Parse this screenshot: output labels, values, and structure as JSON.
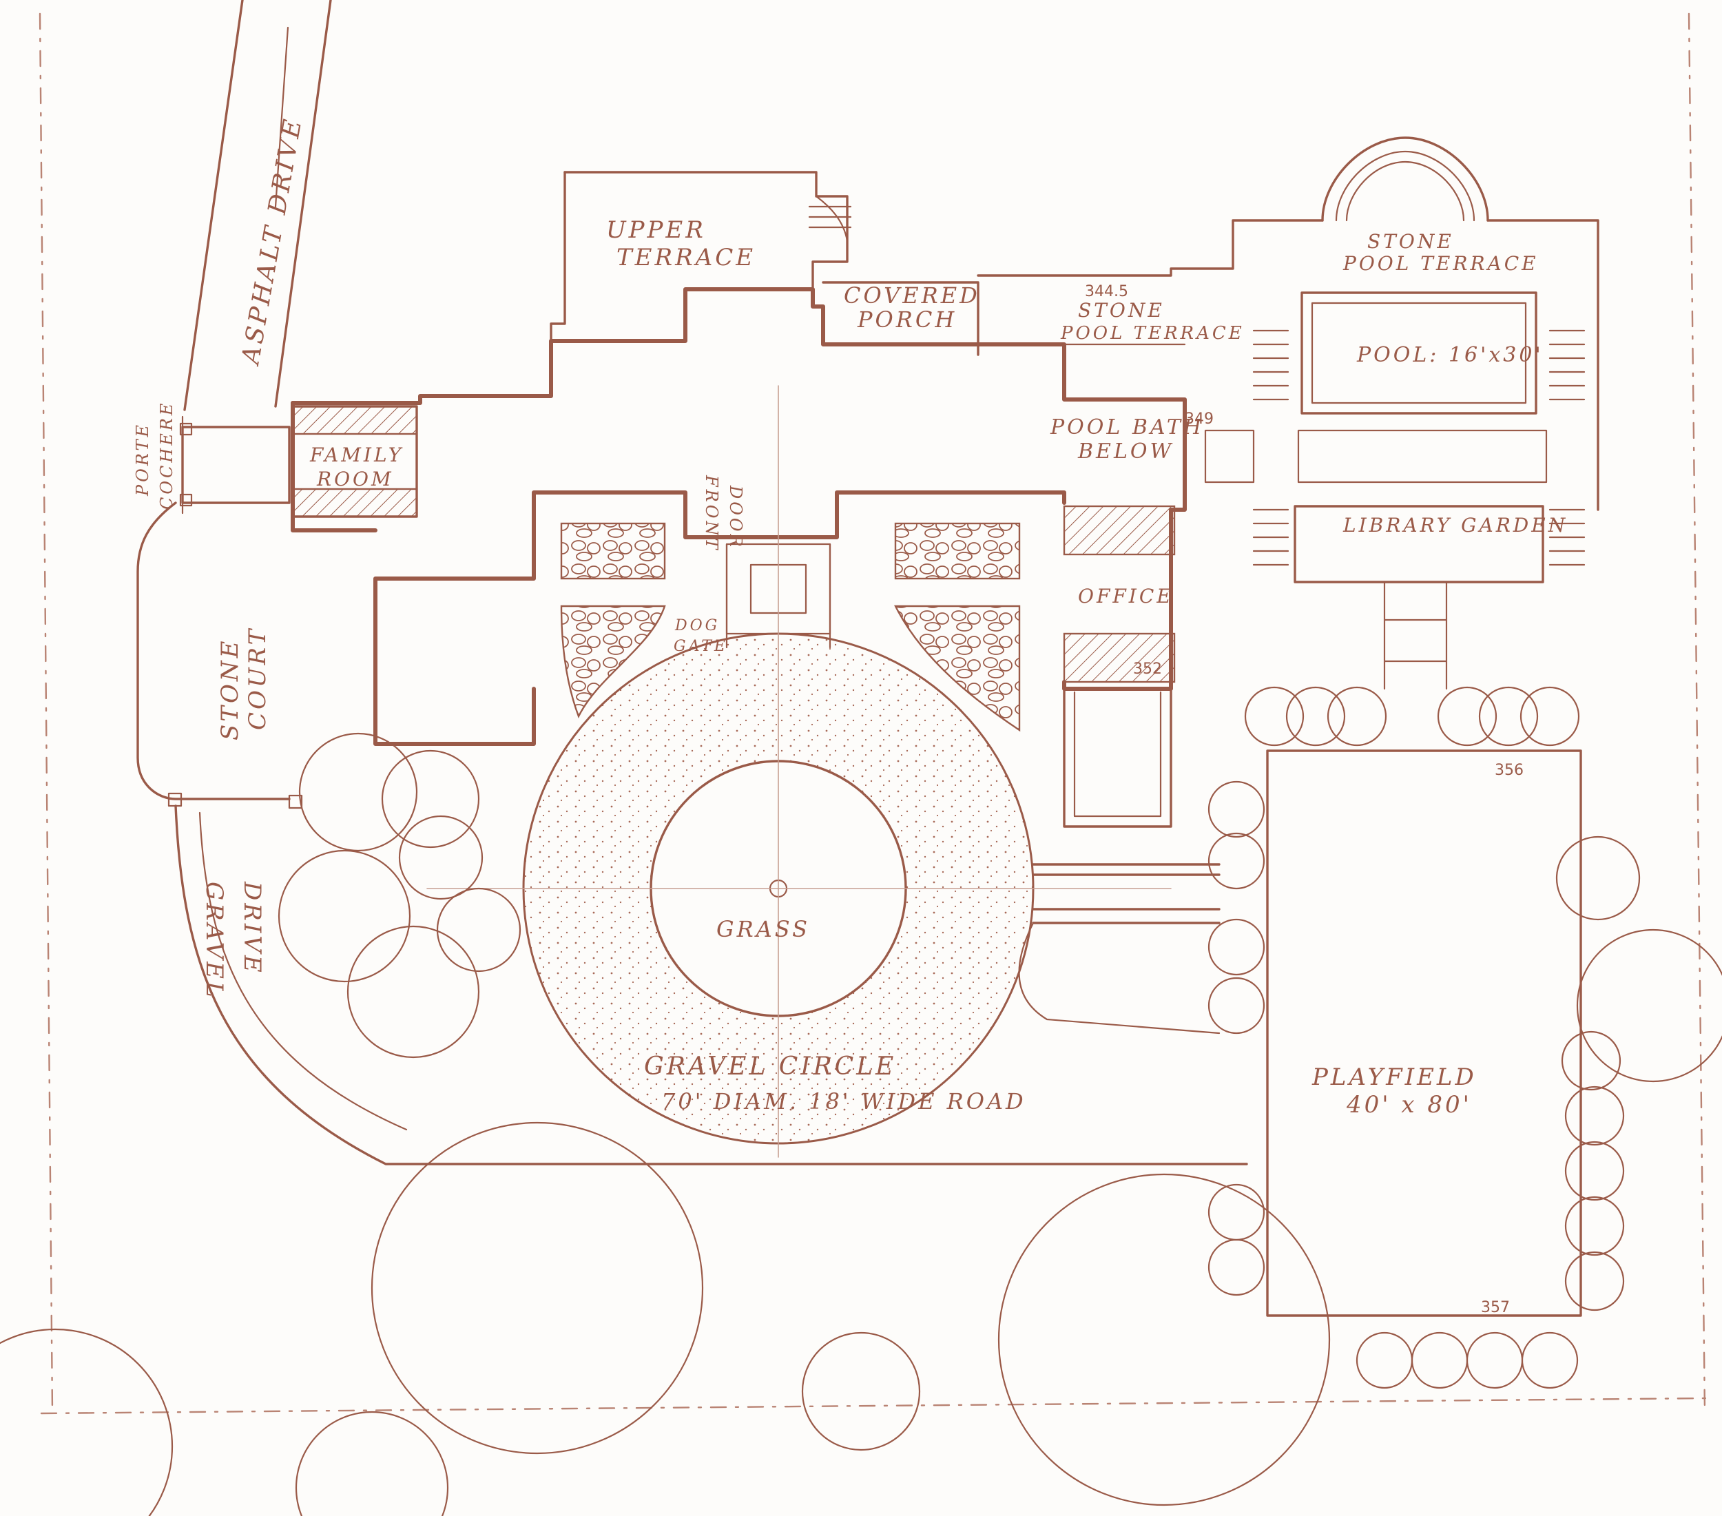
{
  "labels": {
    "upper_terrace_1": "UPPER",
    "upper_terrace_2": "TERRACE",
    "covered_porch_1": "COVERED",
    "covered_porch_2": "PORCH",
    "stone_pool_terrace_mid_1": "STONE",
    "stone_pool_terrace_mid_2": "POOL TERRACE",
    "stone_pool_terrace_top_1": "STONE",
    "stone_pool_terrace_top_2": "POOL TERRACE",
    "pool": "POOL: 16'x30'",
    "pool_bath_1": "POOL BATH",
    "pool_bath_2": "BELOW",
    "library_garden": "LIBRARY GARDEN",
    "family_room_1": "FAMILY",
    "family_room_2": "ROOM",
    "front_door_1": "FRONT",
    "front_door_2": "DOOR",
    "dog_gate_1": "DOG",
    "dog_gate_2": "GATE",
    "office": "OFFICE",
    "asphalt_drive": "ASPHALT DRIVE",
    "porte_cochere_1": "PORTE",
    "porte_cochere_2": "COCHERE",
    "stone_court_1": "STONE",
    "stone_court_2": "COURT",
    "gravel_drive_1": "GRAVEL",
    "gravel_drive_2": "DRIVE",
    "grass": "GRASS",
    "gravel_circle_1": "GRAVEL CIRCLE",
    "gravel_circle_2": "70' DIAM. 18' WIDE ROAD",
    "playfield_1": "PLAYFIELD",
    "playfield_2": "40' x 80'"
  },
  "elevations": {
    "e344": "344.5",
    "e349": "349",
    "e352": "352",
    "e356": "356",
    "e357": "357"
  },
  "colors": {
    "ink": "#9a5a48",
    "paper": "#fdfcfa"
  }
}
